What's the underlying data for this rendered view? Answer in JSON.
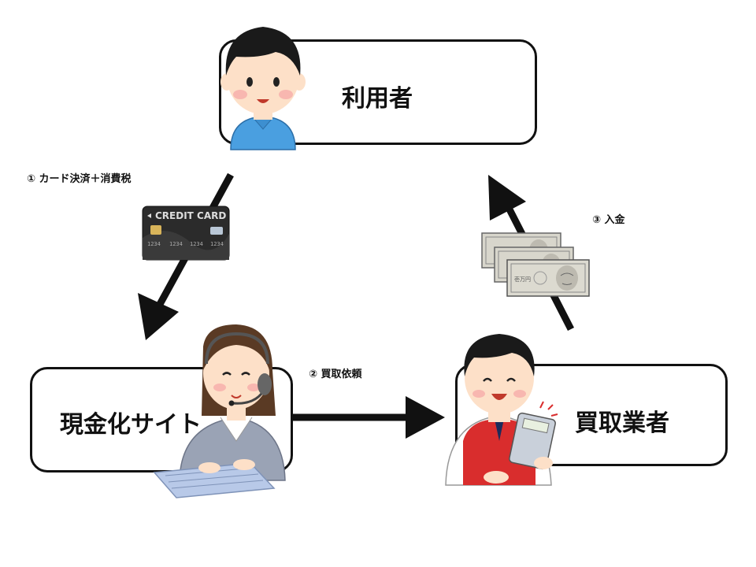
{
  "nodes": {
    "user": {
      "label": "利用者"
    },
    "site": {
      "label": "現金化サイト"
    },
    "buyer": {
      "label": "買取業者"
    }
  },
  "steps": {
    "step1": {
      "label": "① カード決済＋消費税"
    },
    "step2": {
      "label": "② 買取依頼"
    },
    "step3": {
      "label": "③ 入金"
    }
  },
  "illustrations": {
    "card": {
      "text": "CREDIT CARD",
      "numbers": [
        "1234",
        "1234",
        "1234",
        "1234"
      ]
    },
    "bills": {
      "text": "壱万円"
    }
  },
  "colors": {
    "line": "#111111",
    "user_shirt": "#4a9fe0",
    "operator_vest": "#9aa3b5",
    "buyer_vest": "#d92d2d",
    "skin": "#fde0c8"
  },
  "icons": {
    "user": "boy-person-icon",
    "site": "call-center-operator-icon",
    "buyer": "shop-clerk-with-calculator-icon",
    "card": "credit-card-icon",
    "bills": "ten-thousand-yen-bills-icon"
  }
}
